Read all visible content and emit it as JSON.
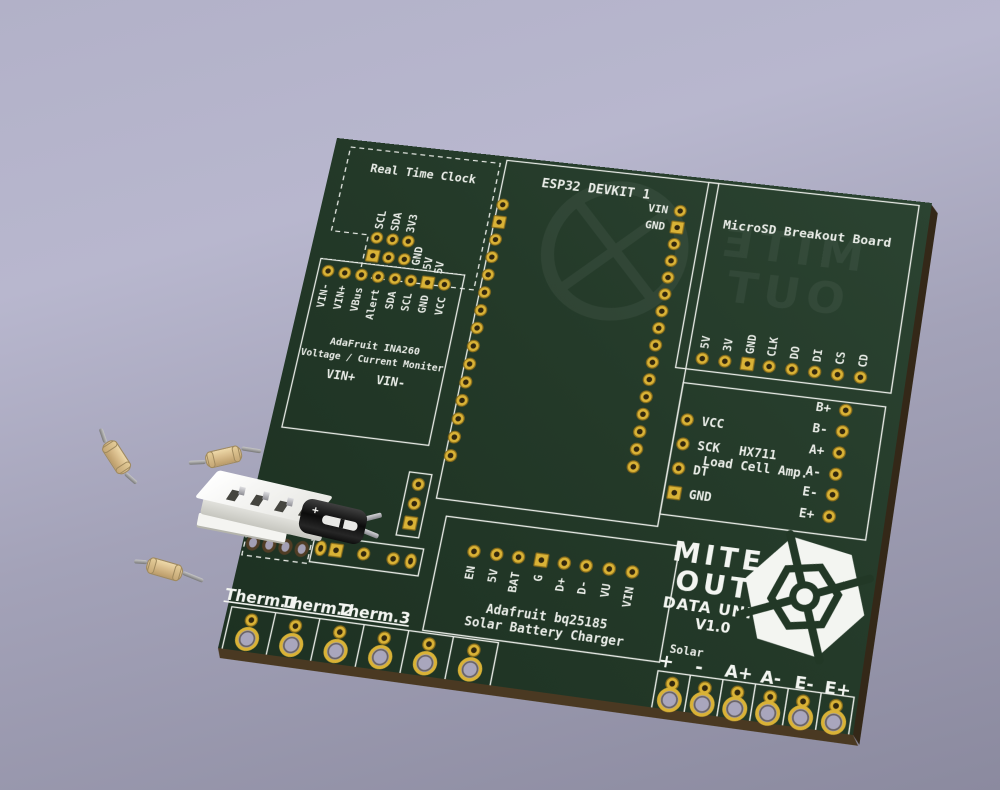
{
  "viewport": {
    "background_top": "#b2b1c8",
    "background_bottom": "#8b8a9f"
  },
  "board": {
    "colors": {
      "soldermask": "#233827",
      "silkscreen": "#e9ece7",
      "pad_gold": "#d9b236",
      "edge": "#46361f",
      "hole_show_through": "#a9a6bd"
    },
    "logo": {
      "line1": "MITE",
      "line2": "OUT",
      "line3": "DATA UNIT",
      "line4": "V1.0",
      "icon": "mite-crosshair-hexagon"
    },
    "modules": {
      "rtc": {
        "title": "Real Time Clock",
        "pins_top": [
          "SCL",
          "SDA",
          "3V3"
        ],
        "pins_bottom": [
          "GND",
          "5V",
          "5V"
        ]
      },
      "esp32": {
        "title": "ESP32 DEVKIT 1",
        "pin_labels": [
          "VIN",
          "GND"
        ]
      },
      "microsd": {
        "title": "MicroSD Breakout Board",
        "pins": [
          "5V",
          "3V",
          "GND",
          "CLK",
          "DO",
          "DI",
          "CS",
          "CD"
        ]
      },
      "ina260": {
        "title1": "AdaFruit INA260",
        "title2": "Voltage / Current Moniter",
        "pins": [
          "VIN-",
          "VIN+",
          "VBus",
          "Alert",
          "SDA",
          "SCL",
          "GND",
          "VCC"
        ],
        "input_labels": [
          "VIN+",
          "VIN-"
        ]
      },
      "hx711": {
        "title1": "HX711",
        "title2": "Load Cell Amp.",
        "pins_left": [
          "VCC",
          "SCK",
          "DT",
          "GND"
        ],
        "pins_right": [
          "B+",
          "B-",
          "A+",
          "A-",
          "E-",
          "E+"
        ]
      },
      "bq25185": {
        "title1": "Adafruit bq25185",
        "title2": "Solar Battery Charger",
        "pins": [
          "EN",
          "5V",
          "BAT",
          "G",
          "D+",
          "D-",
          "VU",
          "VIN"
        ]
      }
    },
    "thermistors": {
      "labels": [
        "Therm.1",
        "Therm.2",
        "Therm.3"
      ]
    },
    "terminals": {
      "solar_label": "Solar",
      "labels": [
        "+",
        "-",
        "A+",
        "A-",
        "E-",
        "E+"
      ]
    }
  },
  "components": {
    "resistor_count": 3,
    "connector": "white 4-pin header",
    "capacitor_marking": "+"
  }
}
